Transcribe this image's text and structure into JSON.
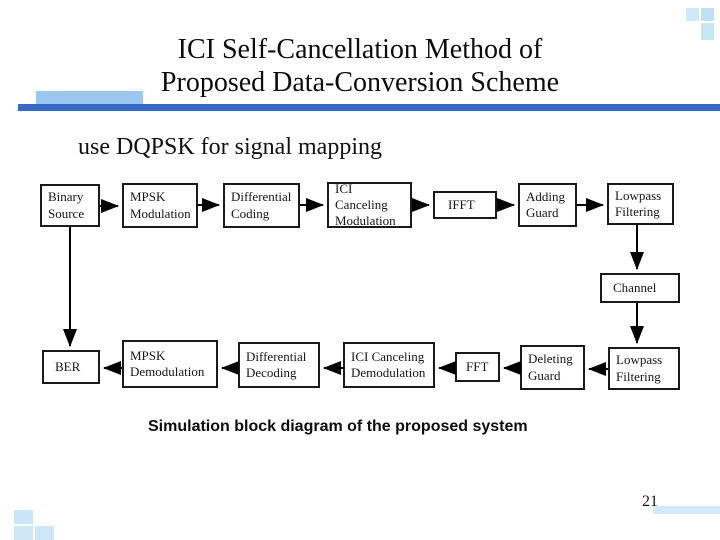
{
  "slide": {
    "title_line1": "ICI Self-Cancellation Method of",
    "title_line2": "Proposed Data-Conversion Scheme",
    "subtitle": "use DQPSK for signal mapping",
    "caption": "Simulation block diagram of the proposed system",
    "page_number": "21"
  },
  "colors": {
    "header_bar": "#3a68c6",
    "header_accent": "#9cc7ef",
    "decor_light": "#cde7f8",
    "decor_mid": "#bfe0f4",
    "footer_bar": "#d3eafa",
    "diagram_line": "#000000"
  },
  "diagram": {
    "nodes": [
      {
        "id": "binary-source",
        "label": "Binary Source"
      },
      {
        "id": "mpsk-modulation",
        "label": "MPSK Modulation"
      },
      {
        "id": "differential-coding",
        "label": "Differential Coding"
      },
      {
        "id": "ici-canceling-modulation",
        "label": "ICI Canceling Modulation"
      },
      {
        "id": "ifft",
        "label": "IFFT"
      },
      {
        "id": "adding-guard",
        "label": "Adding Guard"
      },
      {
        "id": "lowpass-filtering-top",
        "label": "Lowpass Filtering"
      },
      {
        "id": "channel",
        "label": "Channel"
      },
      {
        "id": "lowpass-filtering-bottom",
        "label": "Lowpass Filtering"
      },
      {
        "id": "deleting-guard",
        "label": "Deleting Guard"
      },
      {
        "id": "fft",
        "label": "FFT"
      },
      {
        "id": "ici-canceling-demodulation",
        "label": "ICI Canceling Demodulation"
      },
      {
        "id": "differential-decoding",
        "label": "Differential Decoding"
      },
      {
        "id": "mpsk-demodulation",
        "label": "MPSK Demodulation"
      },
      {
        "id": "ber",
        "label": "BER"
      }
    ]
  }
}
